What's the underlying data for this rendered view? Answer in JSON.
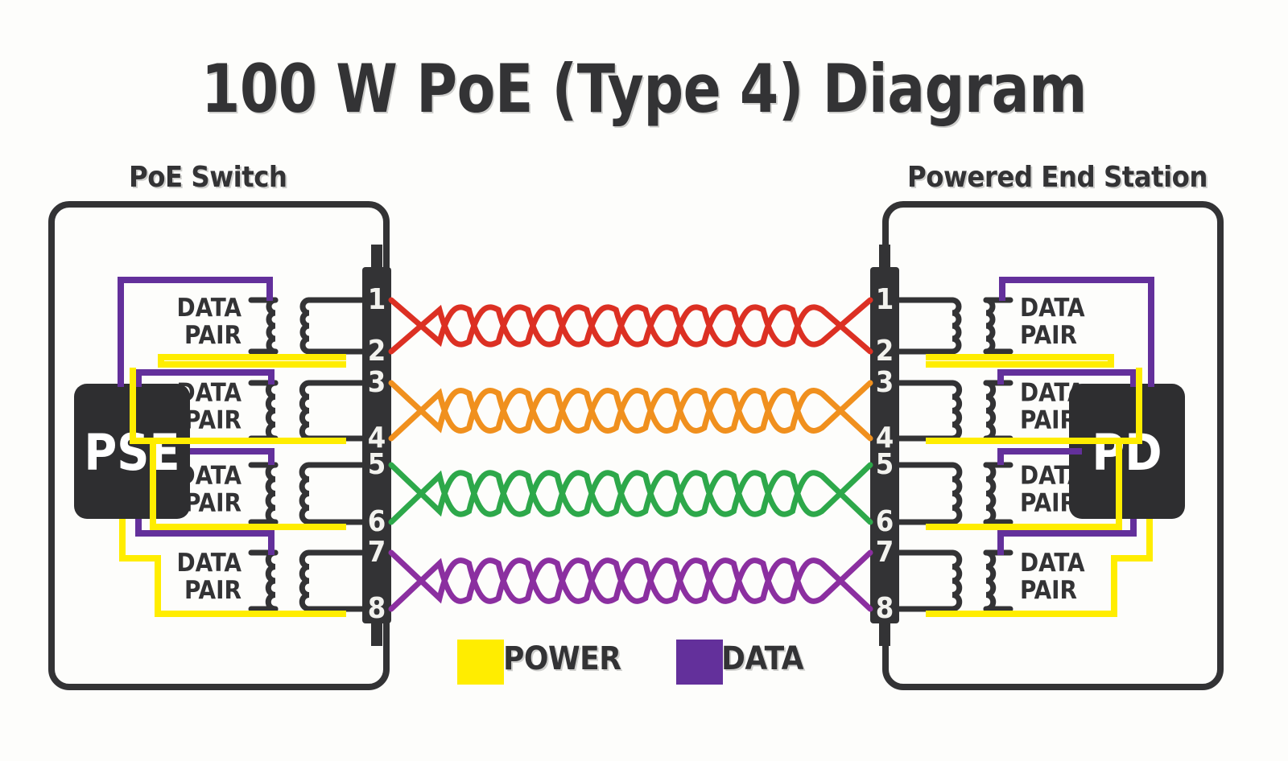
{
  "title": "100 W PoE (Type 4) Diagram",
  "panels": {
    "left": {
      "heading": "PoE Switch",
      "device_label": "PSE"
    },
    "right": {
      "heading": "Powered End Station",
      "device_label": "PD"
    }
  },
  "pins": [
    "1",
    "2",
    "3",
    "4",
    "5",
    "6",
    "7",
    "8"
  ],
  "transformer_label_line1": "DATA",
  "transformer_label_line2": "PAIR",
  "transformer_count_per_side": 4,
  "legend": [
    {
      "name": "power",
      "label": "POWER",
      "color": "#FFED00"
    },
    {
      "name": "data",
      "label": "DATA",
      "color": "#63309B"
    }
  ],
  "colors": {
    "background": "#fdfdfb",
    "ink": "#333335",
    "panel_border": "#333335",
    "device_box": "#2e2e30",
    "device_text": "#ffffff",
    "connector_bar": "#333335",
    "pin_text": "#f2f2ee",
    "power_wire": "#FFED00",
    "data_wire": "#63309B",
    "pair_1_2": "#DC3023",
    "pair_3_4": "#F0901E",
    "pair_5_6": "#2DA84A",
    "pair_7_8": "#8B2FA0"
  },
  "cable_pairs": [
    {
      "name": "pair-1-2",
      "pins": [
        "1",
        "2"
      ],
      "color": "#DC3023"
    },
    {
      "name": "pair-3-4",
      "pins": [
        "3",
        "4"
      ],
      "color": "#F0901E"
    },
    {
      "name": "pair-5-6",
      "pins": [
        "5",
        "6"
      ],
      "color": "#2DA84A"
    },
    {
      "name": "pair-7-8",
      "pins": [
        "7",
        "8"
      ],
      "color": "#8B2FA0"
    }
  ]
}
